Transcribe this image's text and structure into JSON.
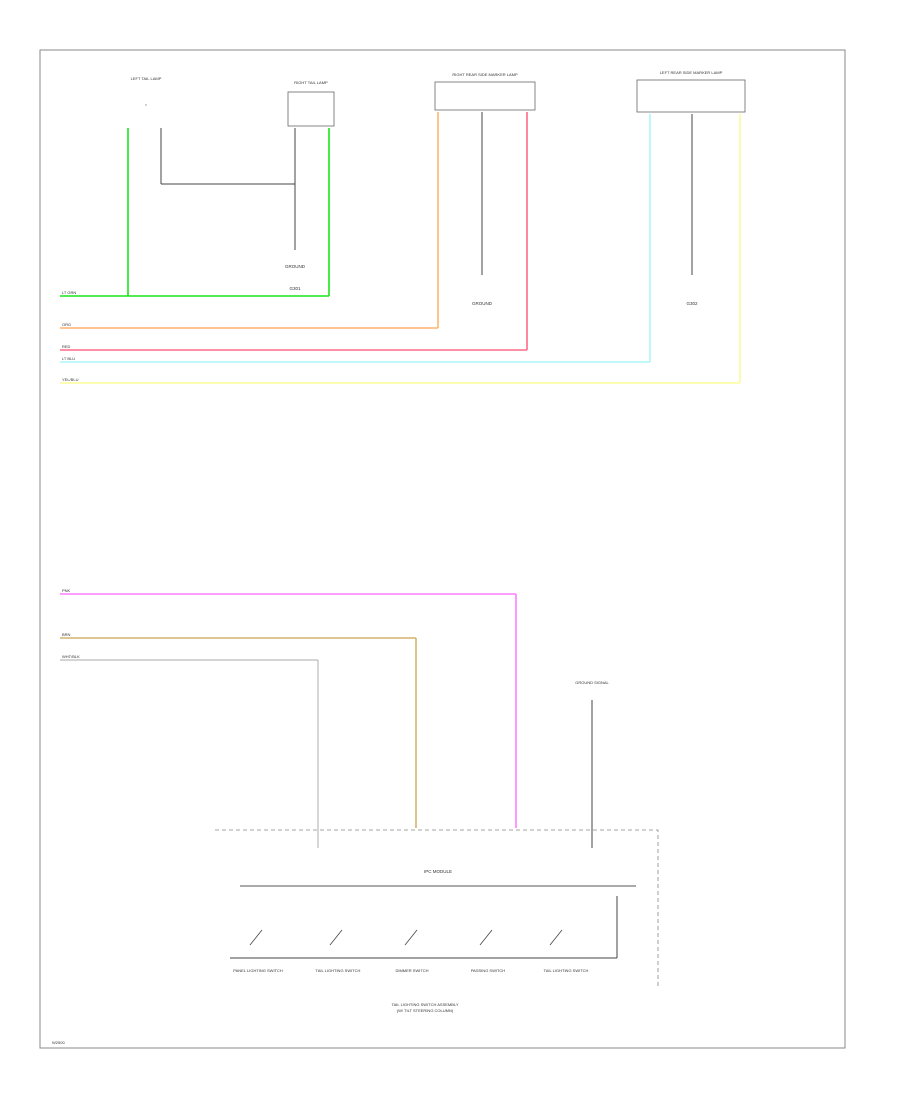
{
  "wire_colors": {
    "lt_grn": "#19e619",
    "org": "#ffb470",
    "red": "#ff6a88",
    "lt_blu": "#aef5f5",
    "yel_blk": "#fcfca8",
    "pnk": "#ff7fff",
    "brn": "#d2b46e",
    "wht": "#bbbbbb",
    "blk": "#333333"
  },
  "top": {
    "lamp_left_title": "LEFT TAIL LAMP",
    "lamp_right_title": "RIGHT TAIL LAMP",
    "rear_side_marker_right_title": "RIGHT REAR SIDE MARKER LAMP",
    "rear_side_marker_left_title": "LEFT REAR SIDE MARKER LAMP",
    "ground_label": "GROUND",
    "ground_left_label": "G301",
    "ground_right_label": "G302",
    "wires": [
      {
        "label": "LT GRN"
      },
      {
        "label": "ORG"
      },
      {
        "label": "RED"
      },
      {
        "label": "LT BLU"
      },
      {
        "label": "YEL/BLU"
      }
    ]
  },
  "bottom": {
    "wires": [
      {
        "label": "PNK"
      },
      {
        "label": "BRN"
      },
      {
        "label": "WHT/BLK"
      }
    ],
    "ground_top_label": "GROUND SIGNAL",
    "module_title": "IPC MODULE",
    "switch_labels": [
      "PANEL LIGHTING SWITCH",
      "TAIL LIGHTING SWITCH",
      "DIMMER SWITCH",
      "PASSING SWITCH",
      "TAIL LIGHTING SWITCH"
    ],
    "assembly_label": "TAIL LIGHTING SWITCH ASSEMBLY",
    "assembly_sub": "(W/ TILT STEERING COLUMN)"
  },
  "footer_code": "W2500"
}
